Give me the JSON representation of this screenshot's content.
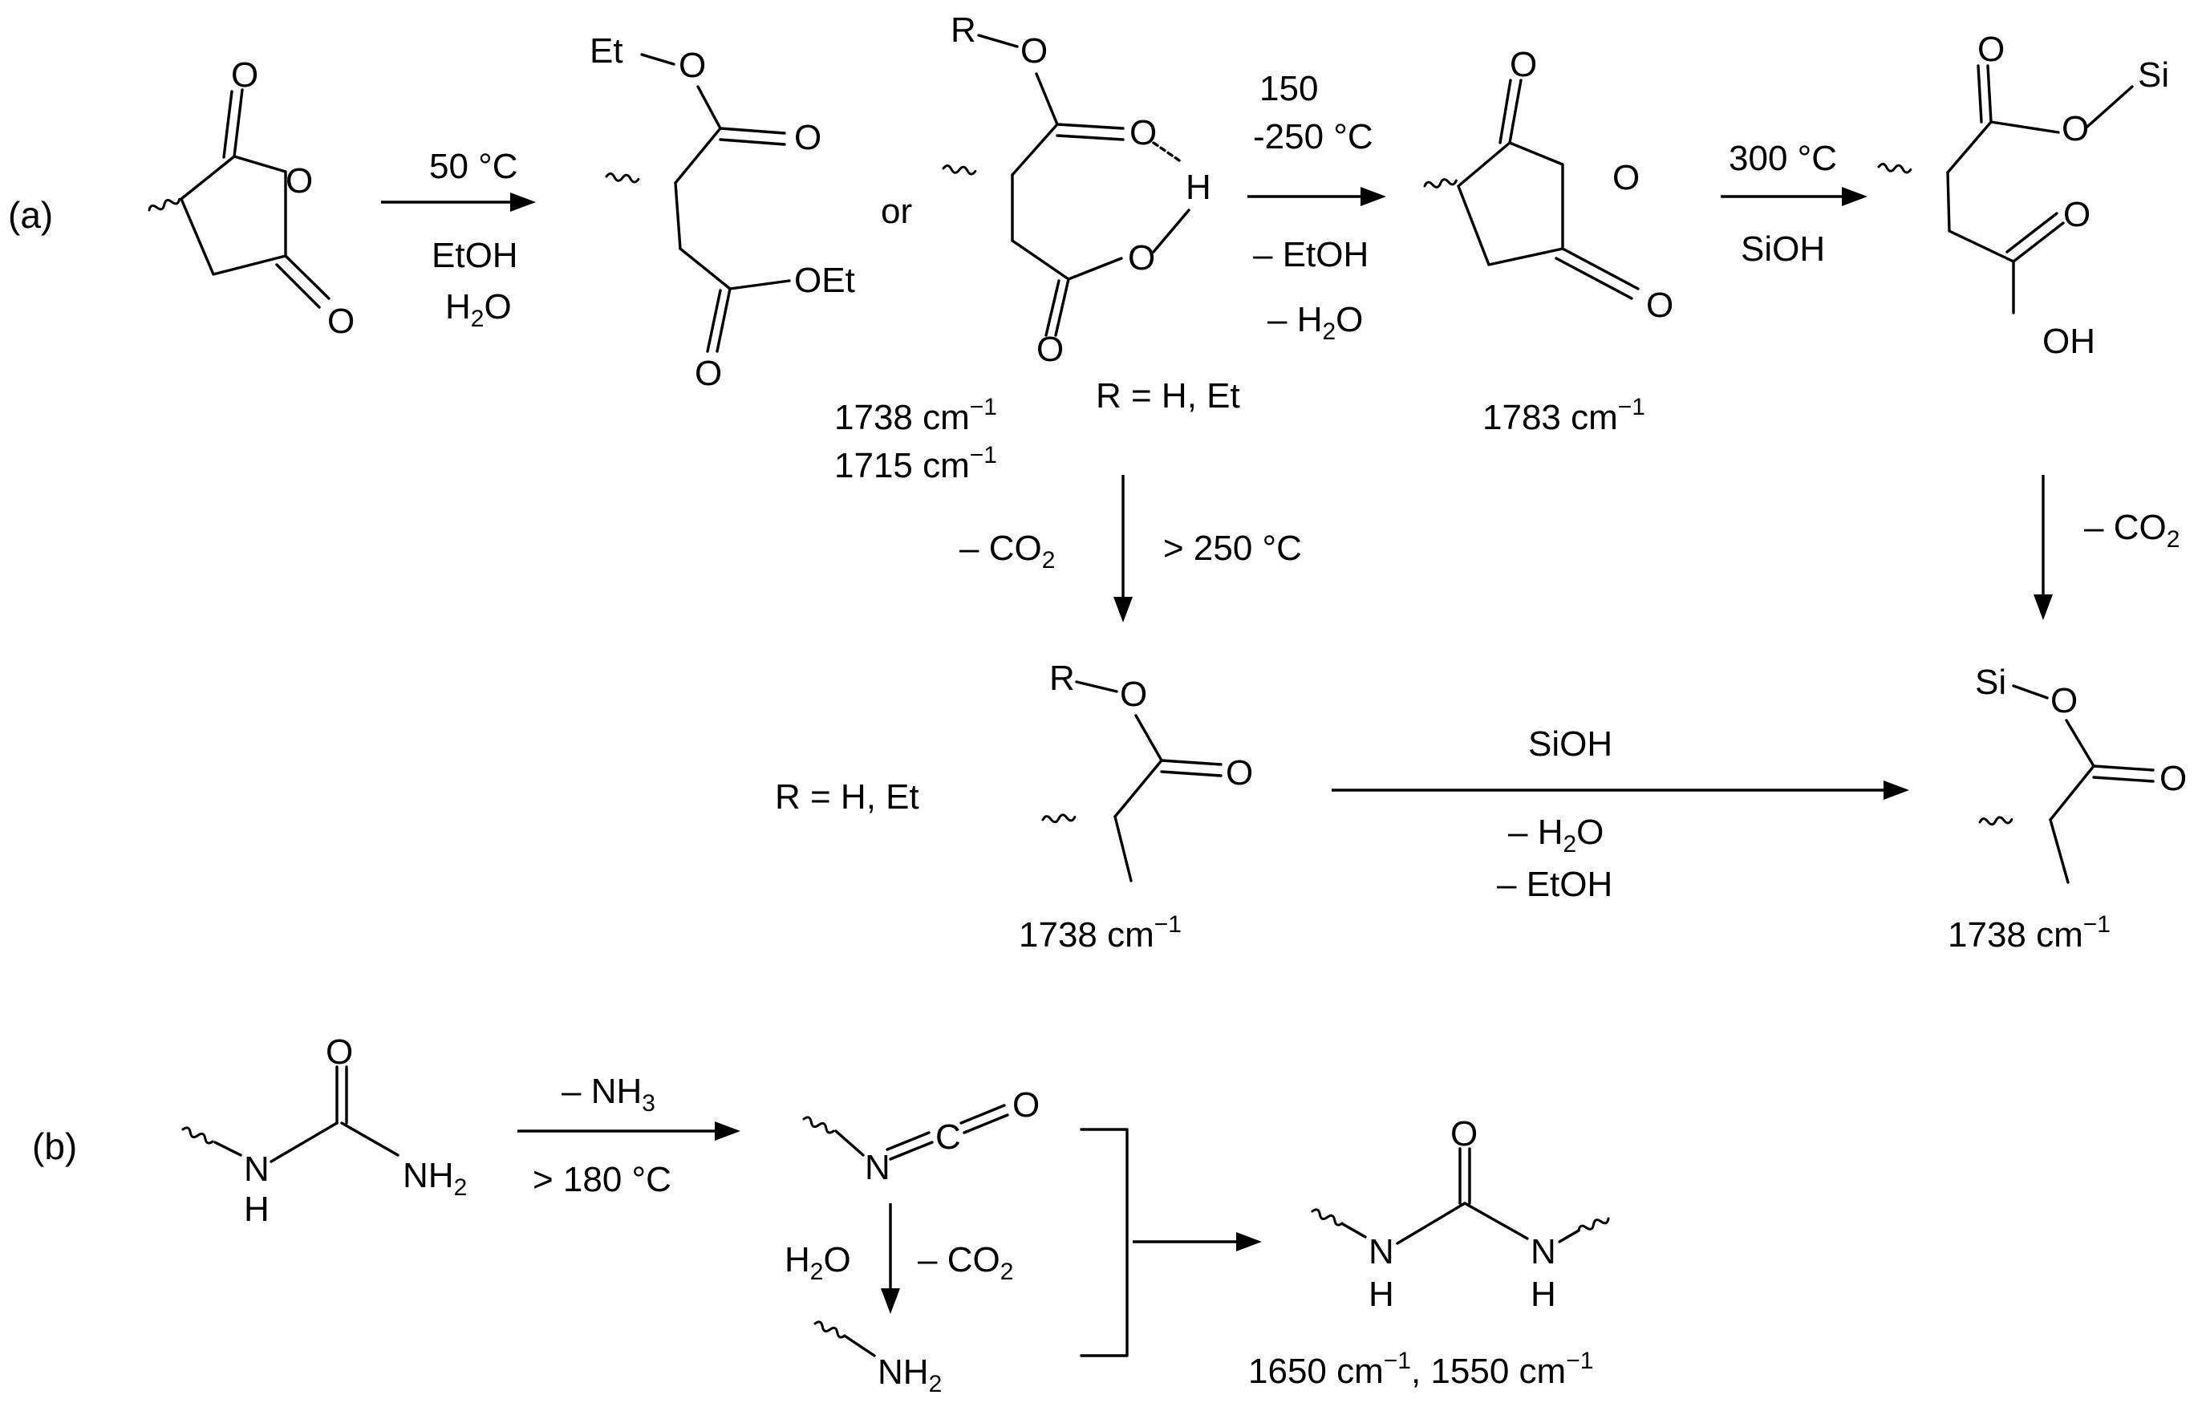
{
  "panels": {
    "a_label": "(a)",
    "b_label": "(b)"
  },
  "atoms": {
    "O": "O",
    "OH": "OH",
    "H": "H",
    "N": "N",
    "C": "C",
    "Si": "Si",
    "Et": "Et",
    "OEt": "OEt",
    "R": "R",
    "NH": "NH"
  },
  "conditions": {
    "step1_temp": "50 °C",
    "step1_solvent1": "EtOH",
    "step1_solvent2": "H",
    "step1_solvent2_sub": "2",
    "step1_solvent2_tail": "O",
    "or_text": "or",
    "r_def_top": "R  = H, Et",
    "step2_temp_a": "150",
    "step2_temp_b": "-250 °C",
    "step2_loss1": "– EtOH",
    "step2_loss2_pre": "– H",
    "step2_loss2_sub": "2",
    "step2_loss2_post": "O",
    "step3_temp": "300 °C",
    "step3_reagent": "SiOH",
    "down_left_loss_pre": "– CO",
    "down_left_loss_sub": "2",
    "down_left_temp": "> 250 °C",
    "down_right_loss_pre": "– CO",
    "down_right_loss_sub": "2",
    "r_def_bottom": "R = H, Et",
    "step4_reagent": "SiOH",
    "step4_loss1_pre": "– H",
    "step4_loss1_sub": "2",
    "step4_loss1_post": "O",
    "step4_loss2": "– EtOH",
    "b_loss_pre": "– NH",
    "b_loss_sub": "3",
    "b_temp": "> 180 °C",
    "b_water_pre": "H",
    "b_water_sub": "2",
    "b_water_post": "O",
    "b_co2_pre": "– CO",
    "b_co2_sub": "2"
  },
  "ir": {
    "diacid_1": "1738 cm",
    "diacid_2": "1715 cm",
    "anhydride": "1783 cm",
    "ester_left": "1738 cm",
    "ester_right": "1738 cm",
    "urea": "1650 cm",
    "urea_mid": ", 1550 cm",
    "exp": "−1"
  }
}
